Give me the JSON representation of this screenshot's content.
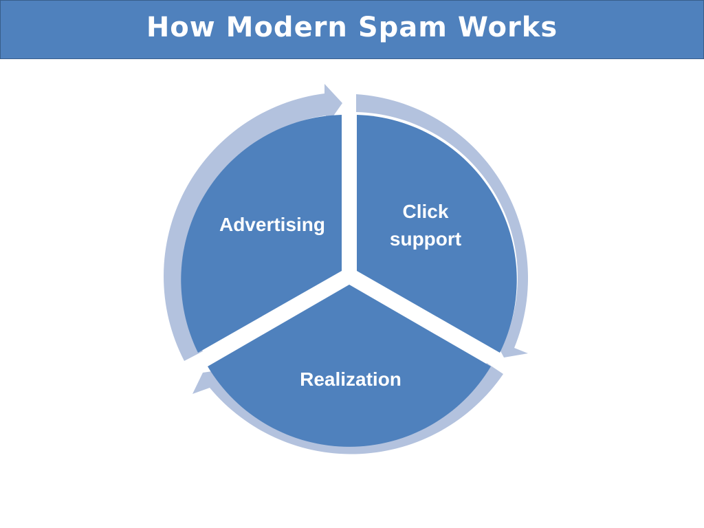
{
  "title": "How Modern Spam Works",
  "colors": {
    "title_bg": "#4f81bd",
    "segment_fill": "#4f81bd",
    "arrow_fill": "#b3c2de",
    "text": "#ffffff"
  },
  "cycle": {
    "segments": [
      {
        "label": "Advertising"
      },
      {
        "label_line1": "Click",
        "label_line2": "support"
      },
      {
        "label": "Realization"
      }
    ],
    "arrows": [
      "arrow-advertising-to-click",
      "arrow-click-to-realization",
      "arrow-realization-to-advertising"
    ]
  }
}
